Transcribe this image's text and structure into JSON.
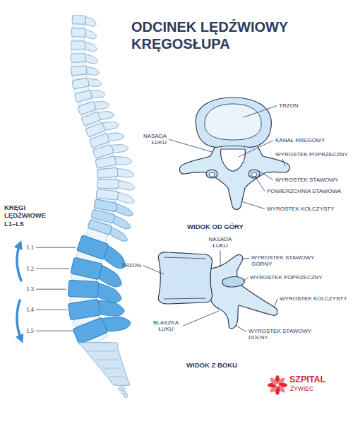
{
  "diagram": {
    "title": "ODCINEK LĘDŹWIOWY KRĘGOSŁUPA",
    "labels": [
      "KRĘGI LĘDŹWIOWE L1–L5",
      "L1",
      "L2",
      "L3",
      "L4",
      "L5",
      "TRZON",
      "NASADA ŁUKU",
      "KANAŁ KRĘGOWY",
      "WYROSTEK POPRZECZNY",
      "WYROSTEK STAWOWY",
      "POWIERZCHNIA STAWOWA",
      "WYROSTEK KOLCZYSTY",
      "WIDOK OD GÓRY",
      "TRZON",
      "NASADA ŁUKU",
      "WYROSTEK STAWOWY GÓRNY",
      "WYROSTEK POPRZECZNY",
      "WYROSTEK KOLCZYSTY",
      "BLASZKA ŁUKU",
      "WYROSTEK STAWOWY DOLNY",
      "WIDOK Z BOKU",
      "SZPITAL",
      "ŻYWIEC"
    ]
  }
}
